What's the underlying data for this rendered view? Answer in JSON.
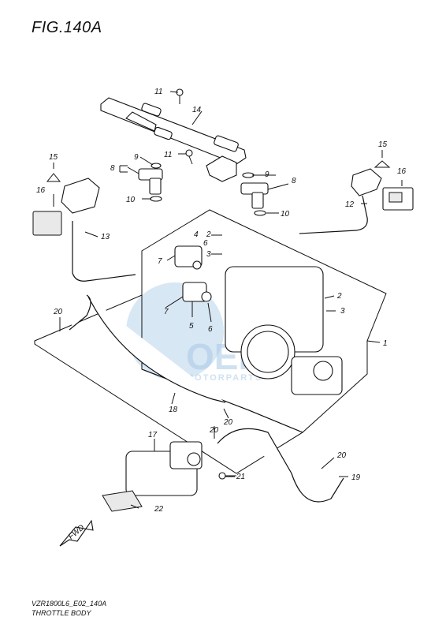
{
  "figure": {
    "title": "FIG.140A",
    "footer_code": "VZR1800L6_E02_140A",
    "footer_name": "THROTTLE BODY"
  },
  "callouts": {
    "c1": "1",
    "c2a": "2",
    "c2b": "2",
    "c3a": "3",
    "c3b": "3",
    "c4": "4",
    "c5": "5",
    "c6a": "6",
    "c6b": "6",
    "c7a": "7",
    "c7b": "7",
    "c8a": "8",
    "c8b": "8",
    "c9a": "9",
    "c9b": "9",
    "c10a": "10",
    "c10b": "10",
    "c11a": "11",
    "c11b": "11",
    "c12": "12",
    "c13": "13",
    "c14": "14",
    "c15a": "15",
    "c15b": "15",
    "c16a": "16",
    "c16b": "16",
    "c17": "17",
    "c18": "18",
    "c19": "19",
    "c20a": "20",
    "c20b": "20",
    "c20c": "20",
    "c20d": "20",
    "c21": "21",
    "c22": "22"
  },
  "fwd_label": "FWD",
  "watermark": {
    "brand": "OEM",
    "sub": "MOTORPARTS"
  }
}
